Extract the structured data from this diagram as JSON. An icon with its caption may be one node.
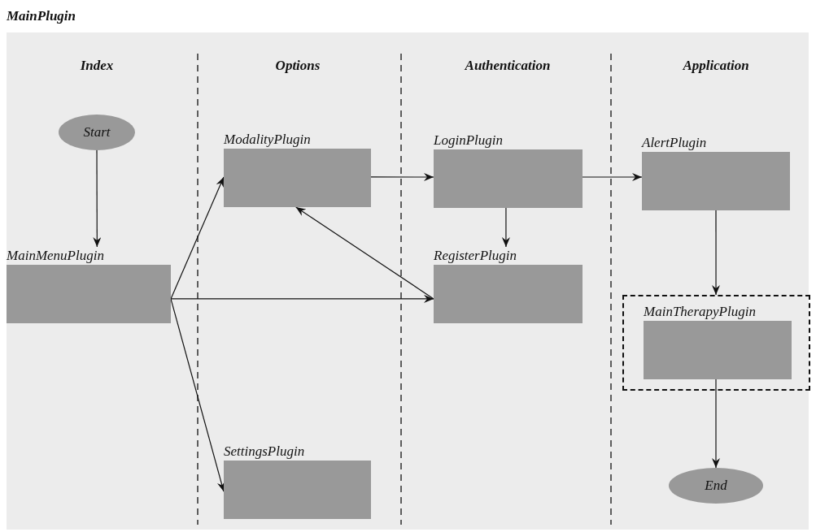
{
  "diagram": {
    "nodes": [
      {
        "text": [
          "MainPlugin"
        ]
      },
      {
        "text": [
          "Start"
        ],
        "in": 0
      },
      {
        "text": [
          "MainMenuPlugin"
        ],
        "in": 0
      },
      {
        "text": [
          "ModalityPlugin"
        ],
        "in": 0
      },
      {
        "text": [
          "LoginPlugin"
        ],
        "in": 0
      },
      {
        "text": [
          "AlertPlugin"
        ],
        "in": 0
      },
      {
        "text": [
          "RegisterPlugin"
        ],
        "in": 0
      },
      {
        "text": [],
        "shape": "box",
        "in": 0
      },
      {
        "text": [
          "MainTherapyPlugin"
        ],
        "in": 7
      },
      {
        "text": [
          "SettingsPlugin"
        ],
        "in": 0
      },
      {
        "text": [
          "End"
        ],
        "in": 0
      }
    ],
    "edges": [
      {
        "from": 1,
        "to": 2,
        "arrow": "to"
      },
      {
        "from": 2,
        "to": 3,
        "arrow": "to"
      },
      {
        "from": 2,
        "to": 6,
        "arrow": "to"
      },
      {
        "from": 2,
        "to": 9,
        "arrow": "to"
      },
      {
        "from": 3,
        "to": 4,
        "arrow": "to"
      },
      {
        "from": 4,
        "to": 5,
        "arrow": "to"
      },
      {
        "from": 4,
        "to": 6,
        "arrow": "to"
      },
      {
        "from": 6,
        "to": 3,
        "arrow": "to"
      },
      {
        "from": 5,
        "to": 7,
        "arrow": "to"
      },
      {
        "from": 8,
        "to": 10,
        "arrow": "to"
      }
    ],
    "labels": [
      "Index",
      "Options",
      "Authentication",
      "Application"
    ]
  }
}
